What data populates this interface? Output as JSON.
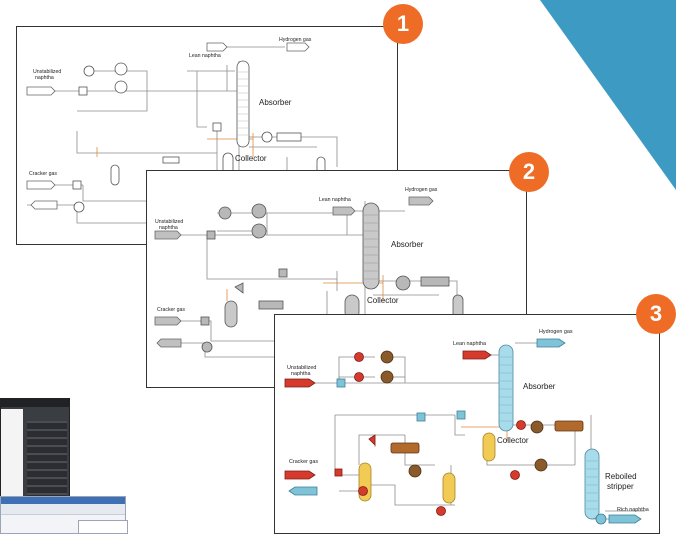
{
  "badges": [
    "1",
    "2",
    "3"
  ],
  "colors": {
    "accent": "#ee6c25",
    "triangle": "#3d9bc3",
    "line": "#8c8c8c",
    "orange_line": "#e08a3c",
    "column_grey": "#bcbcbc",
    "column_blue": "#a9dcea",
    "vessel_yellow": "#f2cb55",
    "pump_red": "#d63a2c",
    "exchanger_brown": "#8a5a2b"
  },
  "diagram": {
    "streams_in": {
      "lean_naphtha": "Lean naphtha",
      "hydrogen_gas": "Hydrogen gas",
      "unstabilized_naphtha": "Unstabilized\nnaphtha",
      "cracker_gas": "Cracker gas",
      "rich_naphtha": "Rich naphtha"
    },
    "units": {
      "absorber": "Absorber",
      "collector": "Collector",
      "reboiled_stripper": "Reboiled\nstripper"
    }
  }
}
